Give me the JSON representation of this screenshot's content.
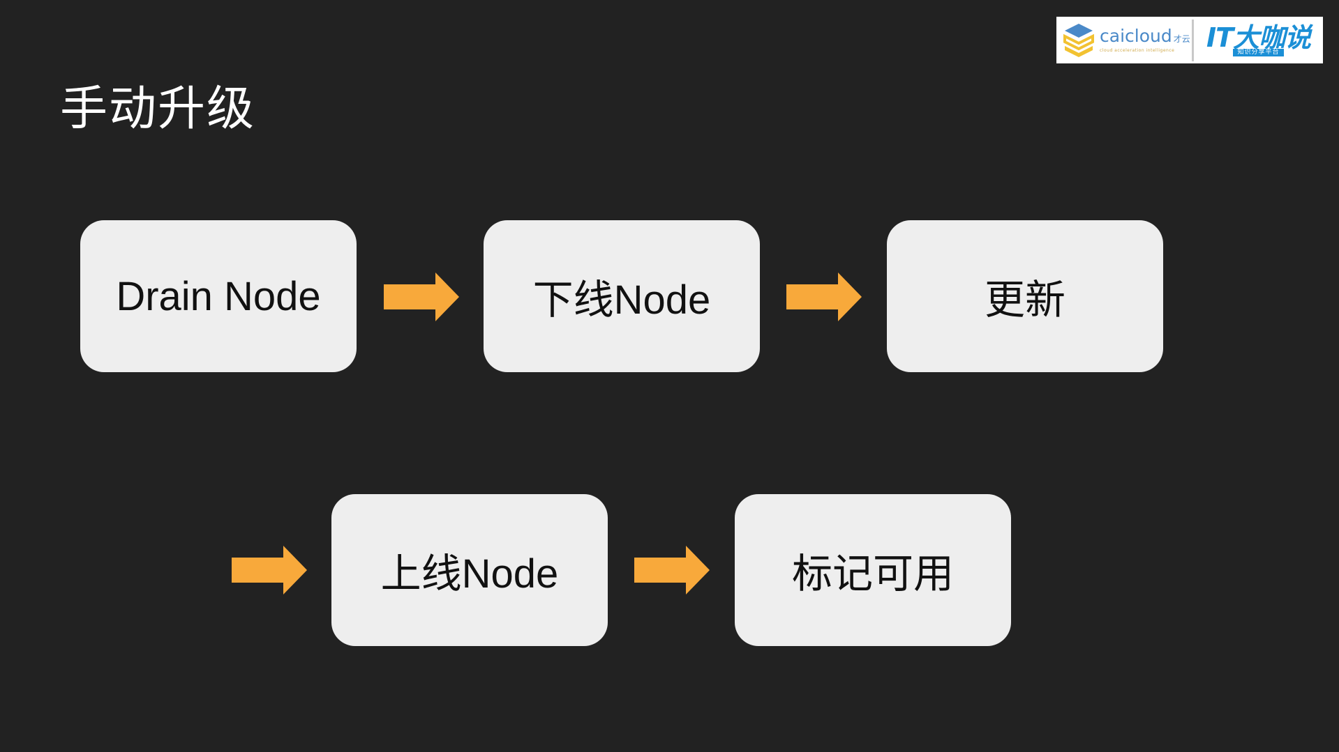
{
  "title": "手动升级",
  "logo": {
    "brand": "caicloud",
    "brand_cn": "才云",
    "brand_sub": "cloud acceleration intelligence",
    "partner": "IT大咖说",
    "partner_sub": "知识分享平台"
  },
  "steps": [
    "Drain Node",
    "下线Node",
    "更新",
    "上线Node",
    "标记可用"
  ],
  "colors": {
    "background": "#222222",
    "box": "#eeeeee",
    "arrow": "#f8a93b",
    "text": "#111111",
    "title": "#ffffff"
  }
}
